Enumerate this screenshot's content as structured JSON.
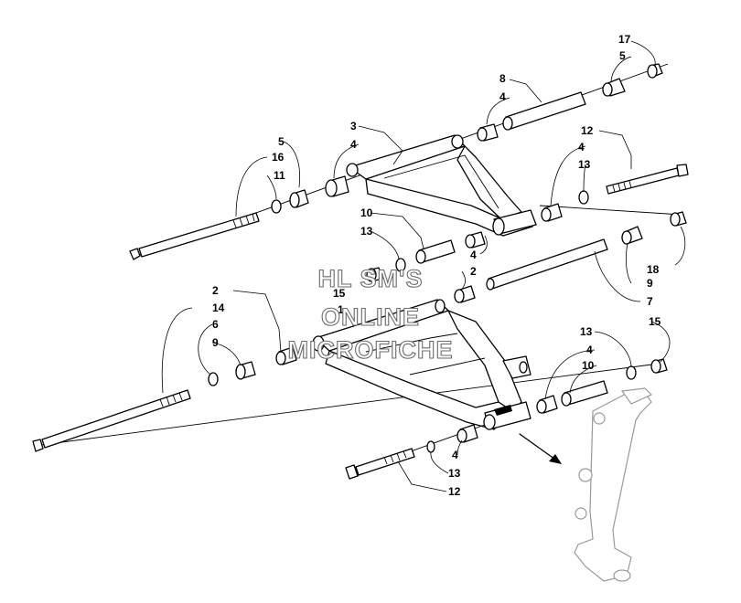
{
  "diagram": {
    "callouts": [
      "17",
      "5",
      "8",
      "4",
      "3",
      "5",
      "16",
      "11",
      "4",
      "12",
      "4",
      "13",
      "10",
      "13",
      "4",
      "2",
      "18",
      "9",
      "7",
      "15",
      "1",
      "2",
      "14",
      "6",
      "9",
      "13",
      "4",
      "10",
      "15",
      "4",
      "13",
      "12"
    ],
    "watermark": [
      "HL SM'S",
      "ONLINE",
      "MICROFICHE"
    ]
  },
  "colors": {
    "line": "#000000",
    "background": "#ffffff",
    "watermark_outline": "#6b6b6b"
  }
}
